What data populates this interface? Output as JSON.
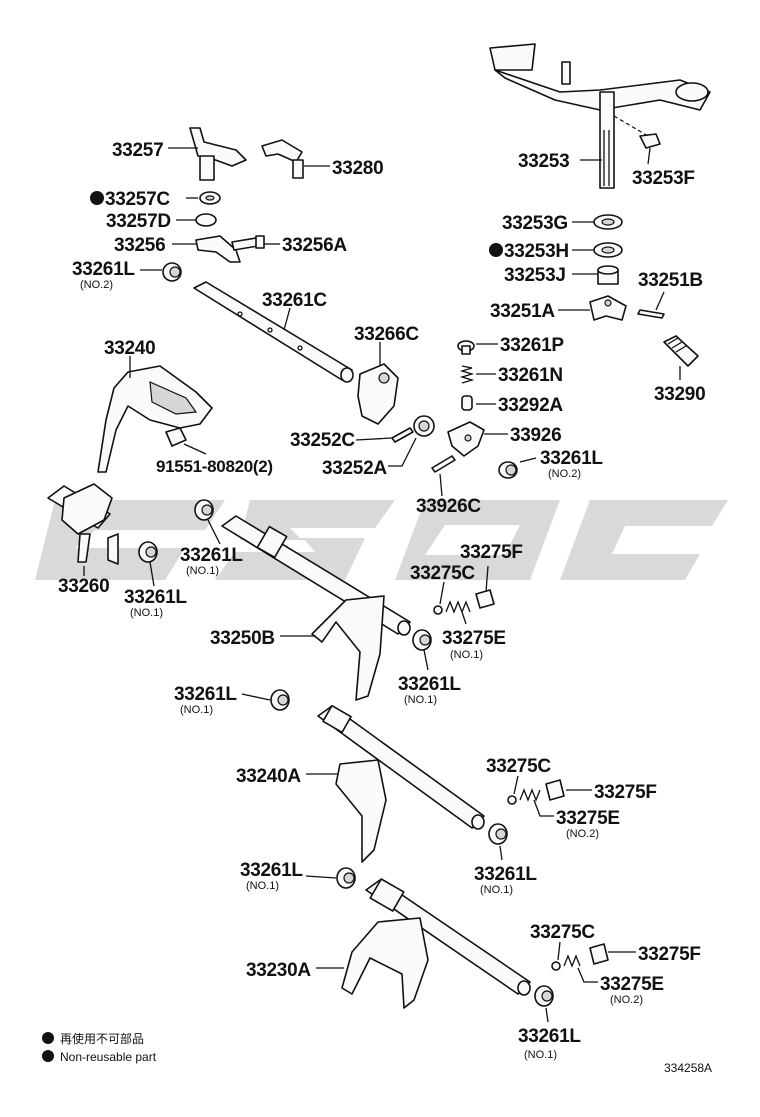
{
  "parts": {
    "p33257": "33257",
    "p33280": "33280",
    "p33257C": "33257C",
    "p33257D": "33257D",
    "p33256": "33256",
    "p33256A": "33256A",
    "p33261L_no2_a": "33261L",
    "p33261L_no2_a_sub": "(NO.2)",
    "p33261C": "33261C",
    "p33240": "33240",
    "p91551": "91551-80820(2)",
    "p33266C": "33266C",
    "p33252C": "33252C",
    "p33252A": "33252A",
    "p33253": "33253",
    "p33253F": "33253F",
    "p33253G": "33253G",
    "p33253H": "33253H",
    "p33253J": "33253J",
    "p33251B": "33251B",
    "p33251A": "33251A",
    "p33261P": "33261P",
    "p33261N": "33261N",
    "p33292A": "33292A",
    "p33290": "33290",
    "p33926": "33926",
    "p33261L_no2_b": "33261L",
    "p33261L_no2_b_sub": "(NO.2)",
    "p33926C": "33926C",
    "p33260": "33260",
    "p33261L_no1_a": "33261L",
    "p33261L_no1_a_sub": "(NO.1)",
    "p33261L_no1_b": "33261L",
    "p33261L_no1_b_sub": "(NO.1)",
    "p33275F_a": "33275F",
    "p33275C_a": "33275C",
    "p33250B": "33250B",
    "p33275E_a": "33275E",
    "p33275E_a_sub": "(NO.1)",
    "p33261L_no1_c": "33261L",
    "p33261L_no1_c_sub": "(NO.1)",
    "p33261L_no1_d": "33261L",
    "p33261L_no1_d_sub": "(NO.1)",
    "p33240A": "33240A",
    "p33275C_b": "33275C",
    "p33275F_b": "33275F",
    "p33275E_b": "33275E",
    "p33275E_b_sub": "(NO.2)",
    "p33261L_no1_e": "33261L",
    "p33261L_no1_e_sub": "(NO.1)",
    "p33261L_no1_f": "33261L",
    "p33261L_no1_f_sub": "(NO.1)",
    "p33230A": "33230A",
    "p33275C_c": "33275C",
    "p33275F_c": "33275F",
    "p33275E_c": "33275E",
    "p33275E_c_sub": "(NO.2)",
    "p33261L_no1_g": "33261L",
    "p33261L_no1_g_sub": "(NO.1)"
  },
  "legend": {
    "jp": "再使用不可部品",
    "en": "Non-reusable part"
  },
  "reference_number": "334258A"
}
